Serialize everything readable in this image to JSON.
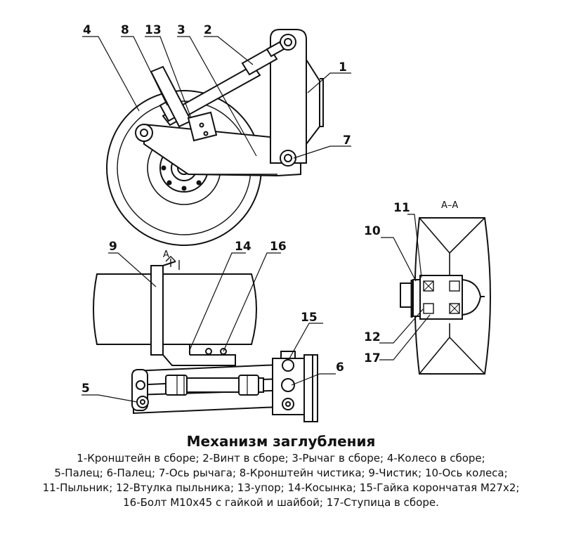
{
  "title": "Механизм заглубления",
  "legend_lines": [
    "1-Кронштейн в сборе; 2-Винт в сборе; 3-Рычаг в сборе; 4-Колесо в сборе;",
    "5-Палец; 6-Палец; 7-Ось рычага; 8-Кронштейн чистика; 9-Чистик; 10-Ось колеса;",
    "11-Пыльник; 12-Втулка пыльника; 13-упор; 14-Косынка; 15-Гайка корончатая М27х2;",
    "16-Болт М10х45 с гайкой и шайбой; 17-Ступица в сборе."
  ],
  "callouts": {
    "c1": "1",
    "c2": "2",
    "c3": "3",
    "c4": "4",
    "c5": "5",
    "c6": "6",
    "c7": "7",
    "c8": "8",
    "c9": "9",
    "c10": "10",
    "c11": "11",
    "c12": "12",
    "c13": "13",
    "c14": "14",
    "c15": "15",
    "c16": "16",
    "c17": "17"
  },
  "section": {
    "label": "А–А",
    "marker": "А"
  }
}
